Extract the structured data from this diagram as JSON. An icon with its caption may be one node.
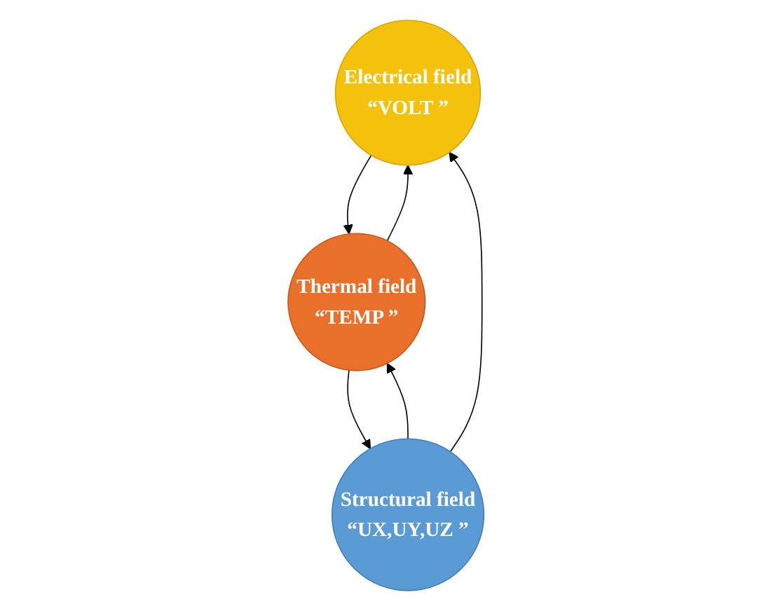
{
  "diagram": {
    "nodes": [
      {
        "text": [
          "Electrical field",
          "“VOLT ”"
        ]
      },
      {
        "text": [
          "Thermal field",
          "“TEMP ”"
        ]
      },
      {
        "text": [
          "Structural field",
          "“UX,UY,UZ ”"
        ]
      }
    ],
    "edges": [
      {
        "from": 0,
        "to": 1,
        "arrow": "to"
      },
      {
        "from": 1,
        "to": 0,
        "arrow": "to"
      },
      {
        "from": 1,
        "to": 2,
        "arrow": "to"
      },
      {
        "from": 2,
        "to": 1,
        "arrow": "to"
      },
      {
        "from": 2,
        "to": 0,
        "arrow": "to"
      }
    ]
  }
}
